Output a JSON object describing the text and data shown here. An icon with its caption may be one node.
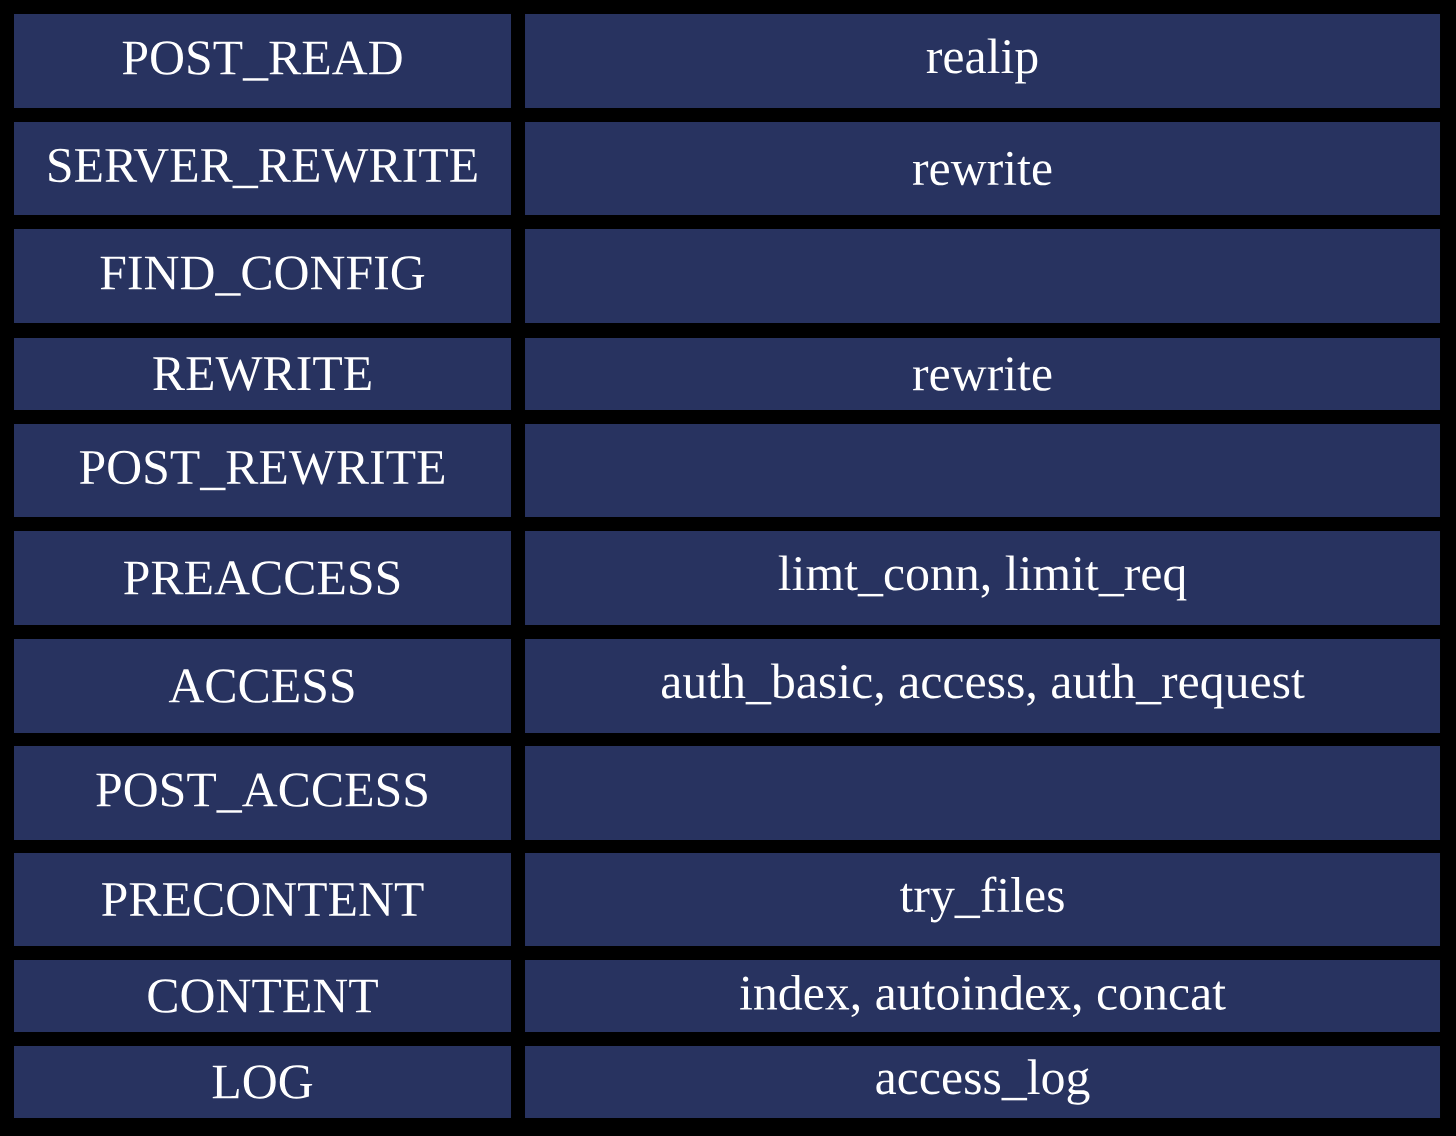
{
  "diagram": {
    "nodes": [
      {
        "text": [
          "POST_READ"
        ]
      },
      {
        "text": [
          "realip"
        ]
      },
      {
        "text": [
          "SERVER_REWRITE"
        ]
      },
      {
        "text": [
          "rewrite"
        ]
      },
      {
        "text": [
          "FIND_CONFIG"
        ]
      },
      {
        "text": [],
        "shape": "box"
      },
      {
        "text": [
          "REWRITE"
        ]
      },
      {
        "text": [
          "rewrite"
        ]
      },
      {
        "text": [
          "POST_REWRITE"
        ]
      },
      {
        "text": [],
        "shape": "box"
      },
      {
        "text": [
          "PREACCESS"
        ]
      },
      {
        "text": [
          "limt_conn, limit_req"
        ]
      },
      {
        "text": [
          "ACCESS"
        ]
      },
      {
        "text": [
          "auth_basic, access, auth_request"
        ]
      },
      {
        "text": [
          "POST_ACCESS"
        ]
      },
      {
        "text": [],
        "shape": "box"
      },
      {
        "text": [
          "PRECONTENT"
        ]
      },
      {
        "text": [
          "try_files"
        ]
      },
      {
        "text": [
          "CONTENT"
        ]
      },
      {
        "text": [
          "index, autoindex, concat"
        ]
      },
      {
        "text": [
          "LOG"
        ]
      },
      {
        "text": [
          "access_log"
        ]
      }
    ]
  }
}
